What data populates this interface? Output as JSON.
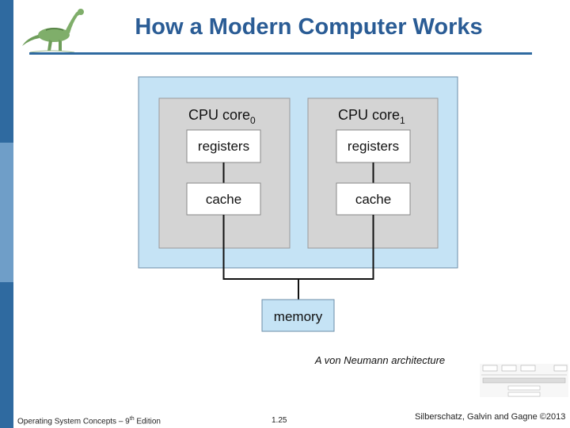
{
  "slide": {
    "title": "How a Modern Computer Works",
    "caption": "A von Neumann architecture"
  },
  "diagram": {
    "cores": [
      {
        "label_main": "CPU core",
        "label_sub": "0",
        "registers": "registers",
        "cache": "cache"
      },
      {
        "label_main": "CPU core",
        "label_sub": "1",
        "registers": "registers",
        "cache": "cache"
      }
    ],
    "memory": "memory"
  },
  "footer": {
    "book_prefix": "Operating System Concepts – 9",
    "book_sup": "th",
    "book_suffix": " Edition",
    "page": "1.25",
    "copyright": "Silberschatz, Galvin and Gagne ©2013"
  },
  "colors": {
    "title": "#2a5c95",
    "sidebar": "#2f6aa0",
    "chip": "#c5e3f5",
    "core": "#d4d4d4",
    "memory": "#c5e3f5"
  },
  "icons": [
    "dinosaur-logo-icon",
    "slide-thumbnail-icon"
  ]
}
